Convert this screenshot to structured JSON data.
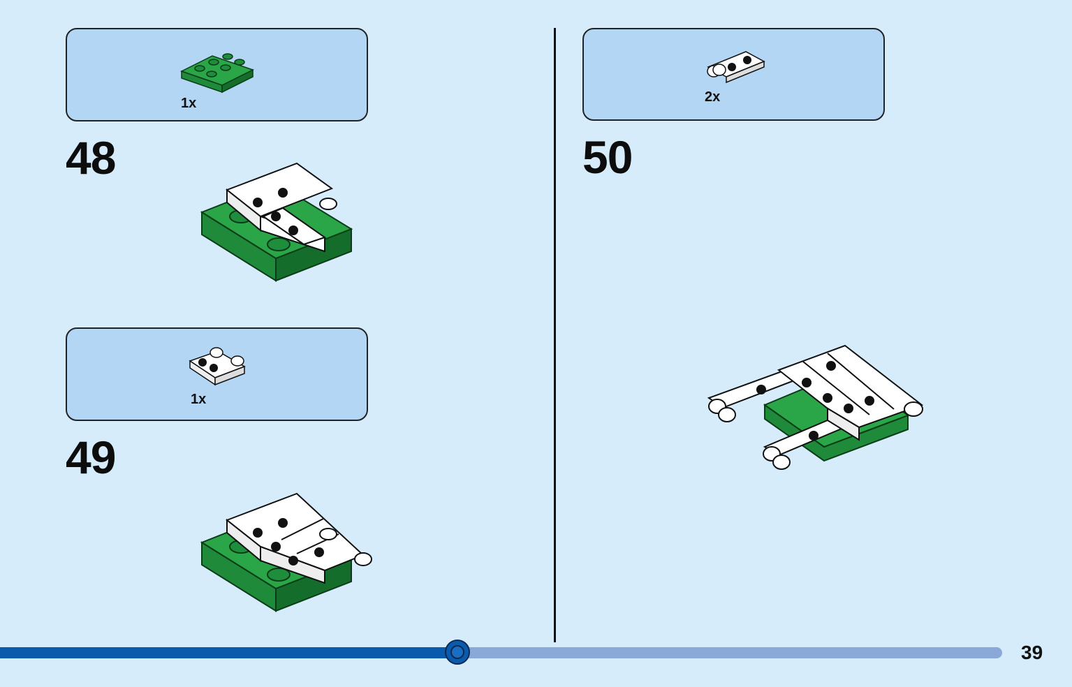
{
  "steps": [
    {
      "number": "48",
      "parts": [
        {
          "qty": "1x",
          "piece": "green-2x3-plate-icon"
        }
      ]
    },
    {
      "number": "49",
      "parts": [
        {
          "qty": "1x",
          "piece": "white-plate-with-clip-icon"
        }
      ]
    },
    {
      "number": "50",
      "parts": [
        {
          "qty": "2x",
          "piece": "white-plate-with-clip-icon"
        }
      ]
    }
  ],
  "progress": {
    "fraction": 0.427,
    "page": "39"
  },
  "colors": {
    "background": "#d6ecfb",
    "parts_box": "#b3d6f4",
    "brick_green": "#2aa548",
    "brick_white": "#ffffff",
    "progress": "#0a5bab",
    "progress_track": "#8aa9d9"
  }
}
